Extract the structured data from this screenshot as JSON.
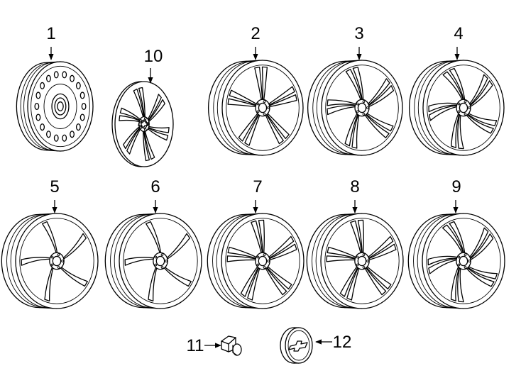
{
  "parts": [
    {
      "id": "1",
      "label": "1",
      "kind": "steel-wheel"
    },
    {
      "id": "2",
      "label": "2",
      "kind": "alloy-wheel-a"
    },
    {
      "id": "3",
      "label": "3",
      "kind": "alloy-wheel-b"
    },
    {
      "id": "4",
      "label": "4",
      "kind": "alloy-wheel-c"
    },
    {
      "id": "5",
      "label": "5",
      "kind": "alloy-wheel-d"
    },
    {
      "id": "6",
      "label": "6",
      "kind": "alloy-wheel-d"
    },
    {
      "id": "7",
      "label": "7",
      "kind": "alloy-wheel-e"
    },
    {
      "id": "8",
      "label": "8",
      "kind": "alloy-wheel-e"
    },
    {
      "id": "9",
      "label": "9",
      "kind": "alloy-wheel-c"
    },
    {
      "id": "10",
      "label": "10",
      "kind": "wheel-cover"
    },
    {
      "id": "11",
      "label": "11",
      "kind": "lug-nut"
    },
    {
      "id": "12",
      "label": "12",
      "kind": "center-cap"
    }
  ]
}
